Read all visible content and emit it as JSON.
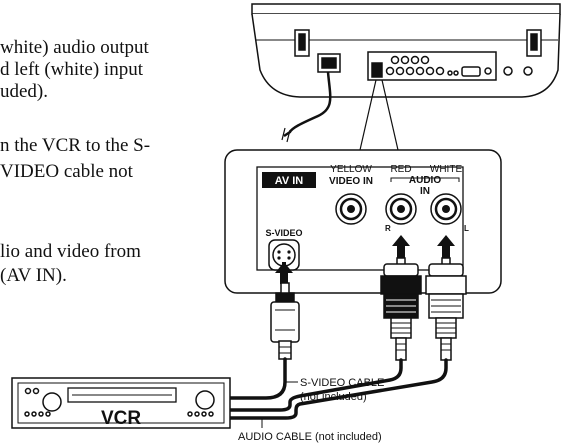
{
  "manual_text": {
    "line1": "white) audio output",
    "line2": "d left (white) input",
    "line3": "uded).",
    "line4": "n the VCR to the S-",
    "line5": "VIDEO cable not",
    "line6": "lio and video from",
    "line7": "(AV IN)."
  },
  "panel": {
    "av_in_label": "AV IN",
    "video_in_color": "YELLOW",
    "video_in_label": "VIDEO IN",
    "audio_r_color": "RED",
    "audio_l_color": "WHITE",
    "audio_in_label_1": "AUDIO",
    "audio_in_label_2": "IN",
    "right_marker": "R",
    "left_marker": "L",
    "svideo_label": "S-VIDEO"
  },
  "vcr": {
    "label": "VCR"
  },
  "callouts": {
    "svideo_cable_line1": "S-VIDEO CABLE",
    "svideo_cable_line2": "(not included)",
    "audio_cable": "AUDIO CABLE (not included)"
  },
  "colors": {
    "ink": "#111111",
    "panel_fill": "#ffffff",
    "av_in_bg": "#111111"
  }
}
